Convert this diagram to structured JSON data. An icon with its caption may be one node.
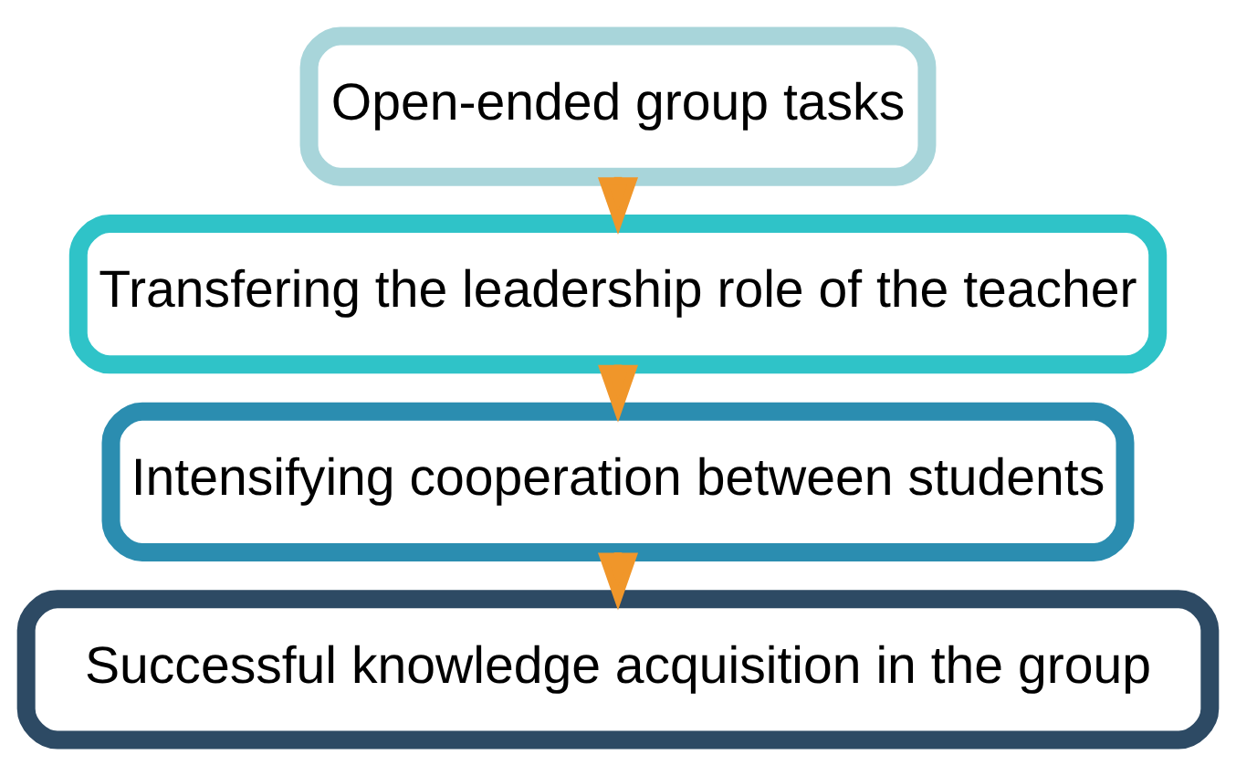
{
  "diagram": {
    "nodes": [
      {
        "text": [
          "Open-ended group tasks"
        ]
      },
      {
        "text": [
          "Transfering the leadership role of the teacher"
        ]
      },
      {
        "text": [
          "Intensifying cooperation between students"
        ]
      },
      {
        "text": [
          "Successful knowledge acquisition in the group"
        ]
      }
    ],
    "edges": [
      {
        "from": 0,
        "to": 1,
        "arrow": "to"
      },
      {
        "from": 1,
        "to": 2,
        "arrow": "to"
      },
      {
        "from": 2,
        "to": 3,
        "arrow": "to"
      }
    ]
  }
}
